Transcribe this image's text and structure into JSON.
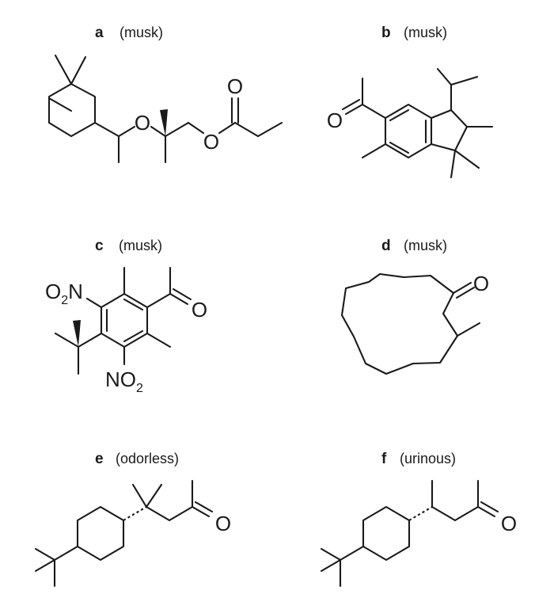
{
  "panels": [
    {
      "letter": "a",
      "note": "(musk)"
    },
    {
      "letter": "b",
      "note": "(musk)"
    },
    {
      "letter": "c",
      "note": "(musk)"
    },
    {
      "letter": "d",
      "note": "(musk)"
    },
    {
      "letter": "e",
      "note": "(odorless)"
    },
    {
      "letter": "f",
      "note": "(urinous)"
    }
  ],
  "atoms": {
    "oxygen": "O",
    "nitro_left": "O",
    "nitro_left_sub": "2",
    "nitro_left_tail": "N",
    "nitro_bottom": "NO",
    "nitro_bottom_sub": "2"
  }
}
